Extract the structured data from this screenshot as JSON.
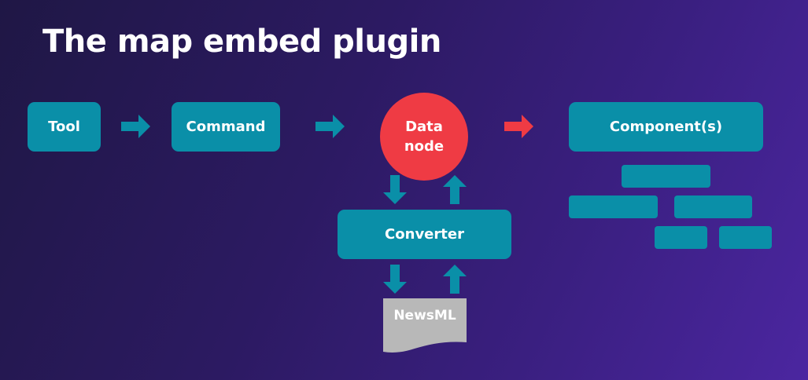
{
  "title": "The map embed plugin",
  "colors": {
    "box": "#0a8fa8",
    "data_node": "#ef3b44",
    "highlight_arrow": "#ef3b44",
    "document": "#b8b8b8",
    "background_start": "#1f1745",
    "background_end": "#4b26a0"
  },
  "nodes": {
    "tool": "Tool",
    "command": "Command",
    "data_node_line1": "Data",
    "data_node_line2": "node",
    "components": "Component(s)",
    "converter": "Converter",
    "newsml": "NewsML"
  },
  "arrows": [
    {
      "from": "Tool",
      "to": "Command",
      "direction": "right",
      "color": "teal"
    },
    {
      "from": "Command",
      "to": "Data node",
      "direction": "right",
      "color": "teal"
    },
    {
      "from": "Data node",
      "to": "Component(s)",
      "direction": "right",
      "color": "red"
    },
    {
      "from": "Data node",
      "to": "Converter",
      "direction": "down",
      "color": "teal"
    },
    {
      "from": "Converter",
      "to": "Data node",
      "direction": "up",
      "color": "teal"
    },
    {
      "from": "Converter",
      "to": "NewsML",
      "direction": "down",
      "color": "teal"
    },
    {
      "from": "NewsML",
      "to": "Converter",
      "direction": "up",
      "color": "teal"
    }
  ],
  "component_children_count": 5
}
